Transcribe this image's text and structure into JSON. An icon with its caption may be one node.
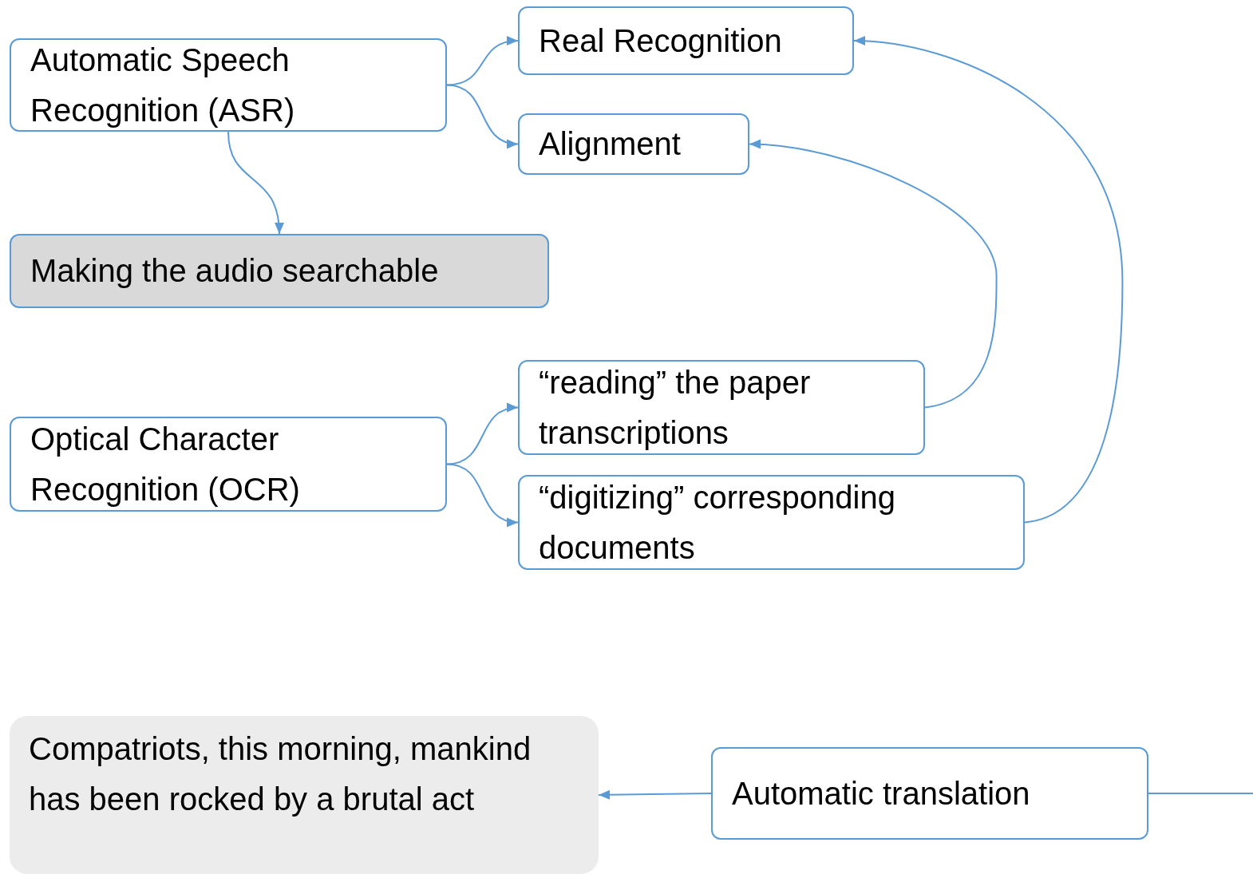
{
  "diagram": {
    "nodes": [
      {
        "text": [
          "Automatic Speech Recognition (ASR)"
        ]
      },
      {
        "text": [
          "Real Recognition"
        ]
      },
      {
        "text": [
          "Alignment"
        ]
      },
      {
        "text": [
          "Making the audio searchable"
        ]
      },
      {
        "text": [
          "“reading” the paper transcriptions"
        ]
      },
      {
        "text": [
          "Optical Character Recognition (OCR)"
        ]
      },
      {
        "text": [
          "“digitizing” corresponding documents"
        ]
      },
      {
        "text": [
          "Compatriots, this morning, mankind has been rocked by a brutal act"
        ]
      },
      {
        "text": [
          "Automatic translation"
        ]
      }
    ],
    "edges": [
      {
        "from": 0,
        "to": 1,
        "arrow": "to"
      },
      {
        "from": 0,
        "to": 2,
        "arrow": "to"
      },
      {
        "from": 0,
        "to": 3,
        "arrow": "to"
      },
      {
        "from": 5,
        "to": 4,
        "arrow": "to"
      },
      {
        "from": 5,
        "to": 6,
        "arrow": "to"
      },
      {
        "from": 4,
        "to": 2,
        "arrow": "to"
      },
      {
        "from": 6,
        "to": 1,
        "arrow": "to"
      },
      {
        "from": 8,
        "to": 7,
        "arrow": "to"
      },
      {
        "from": 8,
        "to": null,
        "arrow": "none"
      }
    ]
  }
}
